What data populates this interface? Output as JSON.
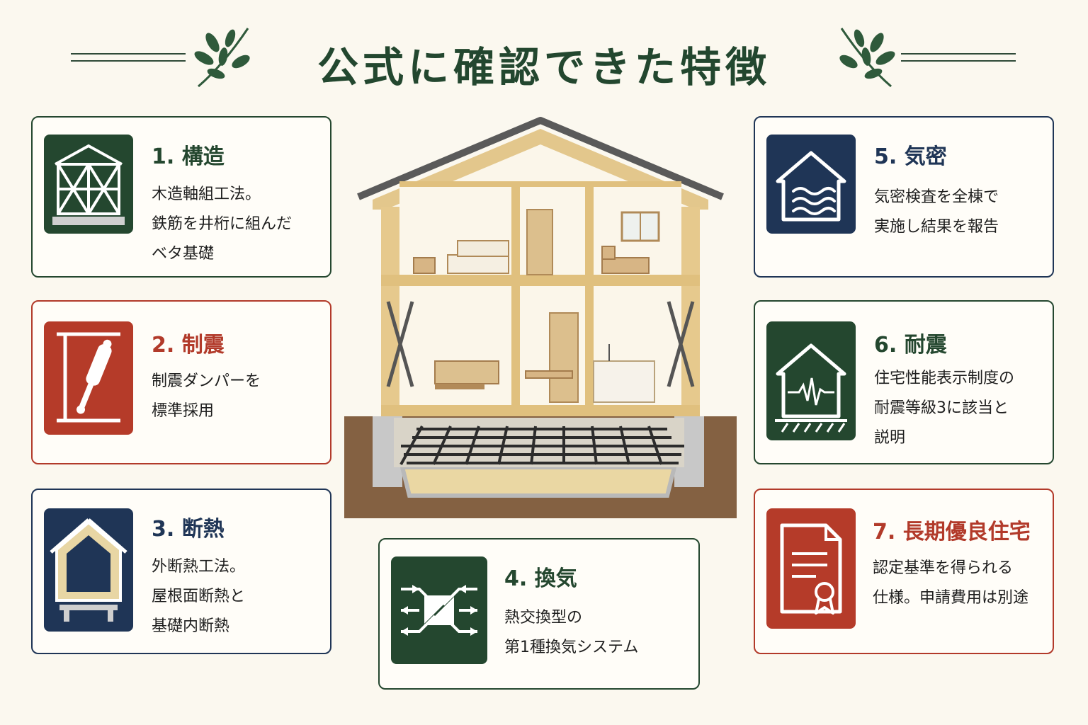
{
  "page": {
    "title": "公式に確認できた特徴"
  },
  "features": [
    {
      "title": "1. 構造",
      "lines": [
        "木造軸組工法。",
        "鉄筋を井桁に組んだ",
        "ベタ基礎"
      ],
      "icon": "timber-frame-icon",
      "color": "#24472f"
    },
    {
      "title": "2. 制震",
      "lines": [
        "制震ダンパーを",
        "標準採用"
      ],
      "icon": "damper-icon",
      "color": "#b53b29"
    },
    {
      "title": "3. 断熱",
      "lines": [
        "外断熱工法。",
        "屋根面断熱と",
        "基礎内断熱"
      ],
      "icon": "insulated-house-icon",
      "color": "#1f3556"
    },
    {
      "title": "4. 換気",
      "lines": [
        "熱交換型の",
        "第1種換気システム"
      ],
      "icon": "heat-exchange-icon",
      "color": "#24472f"
    },
    {
      "title": "5. 気密",
      "lines": [
        "気密検査を全棟で",
        "実施し結果を報告"
      ],
      "icon": "airtight-house-icon",
      "color": "#1f3556"
    },
    {
      "title": "6. 耐震",
      "lines": [
        "住宅性能表示制度の",
        "耐震等級3に該当と",
        "説明"
      ],
      "icon": "seismic-house-icon",
      "color": "#24472f"
    },
    {
      "title": "7. 長期優良住宅",
      "lines": [
        "認定基準を得られる",
        "仕様。申請費用は別途"
      ],
      "icon": "certificate-icon",
      "color": "#b53b29"
    }
  ]
}
